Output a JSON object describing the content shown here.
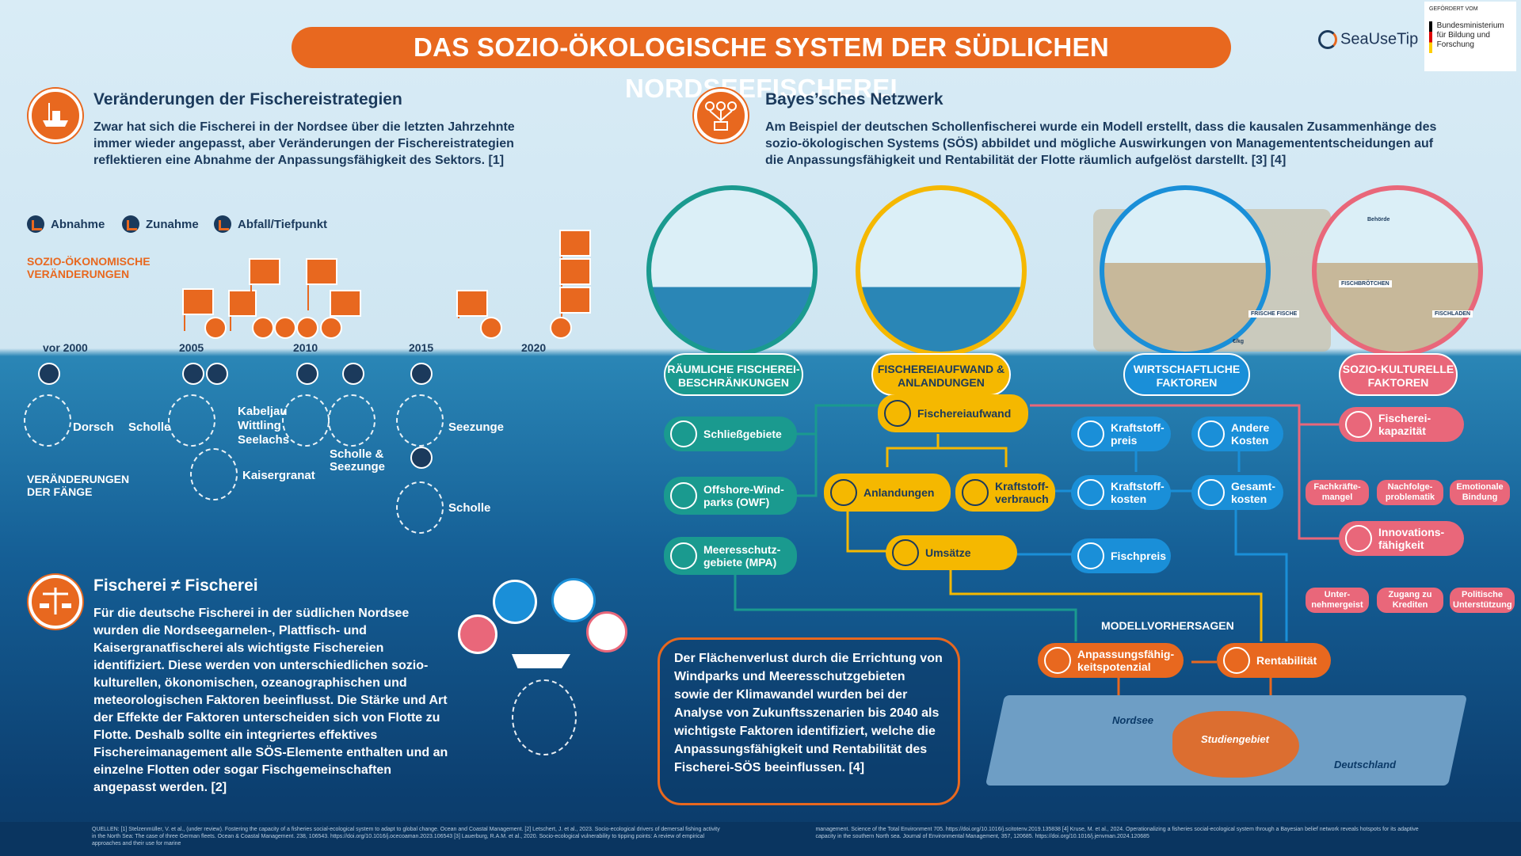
{
  "title": "DAS SOZIO-ÖKOLOGISCHE SYSTEM DER SÜDLICHEN NORDSEEFISCHEREI",
  "logos": {
    "seausetip": "SeaUseTip",
    "bmbf_funded": "GEFÖRDERT VOM",
    "bmbf_name": "Bundesministerium für Bildung und Forschung"
  },
  "left": {
    "section1_title": "Veränderungen der Fischereistrategien",
    "section1_text": "Zwar hat sich die Fischerei in der Nordsee über die letzten Jahrzehnte immer wieder angepasst, aber Veränderungen der Fischereistrategien reflektieren eine Abnahme der Anpassungsfähigkeit des Sektors. [1]",
    "legend": [
      "Abnahme",
      "Zunahme",
      "Abfall/Tiefpunkt"
    ],
    "socio_label": "SOZIO-ÖKONOMISCHE VERÄNDERUNGEN",
    "catch_label": "VERÄNDERUNGEN DER FÄNGE",
    "years": [
      "vor 2000",
      "2005",
      "2010",
      "2015",
      "2020"
    ],
    "fish": {
      "dorsch": "Dorsch",
      "scholle1": "Scholle",
      "kabeljau": "Kabeljau Wittling Seelachs",
      "kaisergranat": "Kaisergranat",
      "scholle_seezunge": "Scholle & Seezunge",
      "seezunge": "Seezunge",
      "scholle2": "Scholle"
    },
    "section2_title": "Fischerei ≠ Fischerei",
    "section2_text": "Für die deutsche Fischerei in der südlichen Nordsee wurden die Nordseegarnelen-, Plattfisch- und Kaisergranatfischerei als wichtigste Fischereien identifiziert. Diese werden von unterschiedlichen sozio-kulturellen, ökonomischen, ozeanographischen und meteorologischen Faktoren beeinflusst. Die Stärke und Art der Effekte der Faktoren unterscheiden sich von Flotte zu Flotte. Deshalb sollte ein integriertes effektives Fischereimanagement alle SÖS-Elemente enthalten und an einzelne Flotten oder sogar Fischgemeinschaften angepasst werden. [2]"
  },
  "right": {
    "section_title": "Bayes’sches Netzwerk",
    "section_text": "Am Beispiel der deutschen Schollenfischerei wurde ein Modell erstellt, dass die kausalen Zusammenhänge des sozio-ökologischen Systems (SÖS) abbildet und mögliche Auswirkungen von Managemententscheidungen auf die Anpassungsfähigkeit und Rentabilität der Flotte räumlich aufgelöst darstellt. [3] [4]",
    "categories": [
      {
        "label": "RÄUMLICHE FISCHEREI-BESCHRÄNKUNGEN",
        "color": "#1a9a8f"
      },
      {
        "label": "FISCHEREIAUFWAND & ANLANDUNGEN",
        "color": "#f5b800"
      },
      {
        "label": "WIRTSCHAFTLICHE FAKTOREN",
        "color": "#1a8fd8"
      },
      {
        "label": "SOZIO-KULTURELLE FAKTOREN",
        "color": "#e9677a"
      }
    ],
    "nodes": {
      "schliessgebiete": "Schließgebiete",
      "owf": "Offshore-Wind-parks (OWF)",
      "mpa": "Meeresschutz-gebiete (MPA)",
      "fischereiaufwand": "Fischereiaufwand",
      "anlandungen": "Anlandungen",
      "kraftstoffverbrauch": "Kraftstoff-verbrauch",
      "umsaetze": "Umsätze",
      "kraftstoffpreis": "Kraftstoff-preis",
      "kraftstoffkosten": "Kraftstoff-kosten",
      "andere_kosten": "Andere Kosten",
      "gesamtkosten": "Gesamt-kosten",
      "fischpreis": "Fischpreis",
      "fischereikapazitaet": "Fischerei-kapazität",
      "fachkraeftemangel": "Fachkräfte-mangel",
      "nachfolge": "Nachfolge-problematik",
      "emotionale": "Emotionale Bindung",
      "innovation": "Innovations-fähigkeit",
      "unternehmergeist": "Unter-nehmergeist",
      "zugang": "Zugang zu Krediten",
      "politische": "Politische Unterstützung",
      "anpassung": "Anpassungsfähig-keitspotenzial",
      "rentabilitaet": "Rentabilität"
    },
    "model_label": "MODELLVORHERSAGEN",
    "callout": "Der Flächenverlust durch die Errichtung von Windparks und Meeresschutzgebieten sowie der Klimawandel wurden bei der Analyse von Zukunftsszenarien bis 2040 als wichtigste Faktoren identifiziert, welche die Anpassungsfähigkeit und Rentabilität des Fischerei-SÖS beeinflussen. [4]",
    "map": {
      "nordsee": "Nordsee",
      "studiengebiet": "Studiengebiet",
      "deutschland": "Deutschland"
    },
    "scene_signs": {
      "behoerde": "Behörde",
      "frische_fische": "FRISCHE FISCHE",
      "fischbroetchen": "FISCHBRÖTCHEN",
      "fischladen": "FISCHLADEN",
      "kg": "€/kg"
    }
  },
  "references": {
    "left": "QUELLEN: [1] Stelzenmüller, V. et al., (under review). Fostering the capacity of a fisheries social-ecological system to adapt to global change. Ocean and Coastal Management. [2] Letschert, J. et al., 2023. Socio-ecological drivers of demersal fishing activity in the North Sea: The case of three German fleets. Ocean & Coastal Management. 238, 106543. https://doi.org/10.1016/j.ocecoaman.2023.106543 [3] Lauerburg, R.A.M. et al., 2020. Socio-ecological vulnerability to tipping points: A review of empirical approaches and their use for marine",
    "right": "management. Science of the Total Environment 705. https://doi.org/10.1016/j.scitotenv.2019.135838 [4] Kruse, M. et al., 2024. Operationalizing a fisheries social-ecological system through a Bayesian belief network reveals hotspots for its adaptive capacity in the southern North sea. Journal of Environmental Management, 357, 120685. https://doi.org/10.1016/j.jenvman.2024.120685"
  },
  "colors": {
    "orange": "#e8681f",
    "teal": "#1a9a8f",
    "yellow": "#f5b800",
    "blue": "#1a8fd8",
    "pink": "#e9677a",
    "navy": "#1b3a5c"
  }
}
